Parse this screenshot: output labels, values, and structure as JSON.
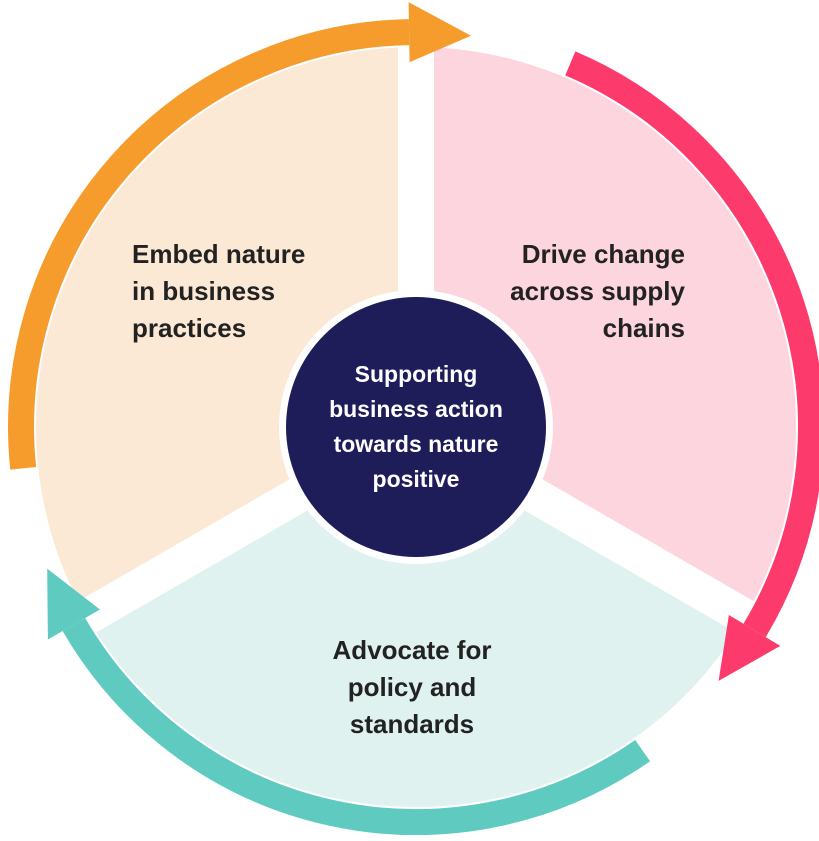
{
  "center": {
    "lines": [
      "Supporting",
      "business action",
      "towards nature",
      "positive"
    ],
    "color": "#1f1c5a"
  },
  "segments": [
    {
      "id": "embed",
      "lines": [
        "Embed nature",
        "in business",
        "practices"
      ],
      "fill": "#fce9d5",
      "arrow_color": "#f59c2d"
    },
    {
      "id": "drive",
      "lines": [
        "Drive change",
        "across supply",
        "chains"
      ],
      "fill": "#fdd5df",
      "arrow_color": "#fd3a6c"
    },
    {
      "id": "advocate",
      "lines": [
        "Advocate for",
        "policy and",
        "standards"
      ],
      "fill": "#dff2f0",
      "arrow_color": "#5ecac0"
    }
  ]
}
